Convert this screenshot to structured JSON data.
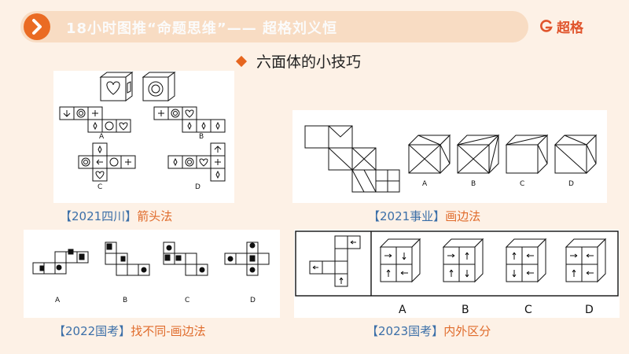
{
  "header": {
    "title": "18小时图推“命题思维”—— 超格刘义恒",
    "logo_text": "超格"
  },
  "topic": {
    "label": "六面体的小技巧"
  },
  "panels": [
    {
      "options": [
        "A",
        "B",
        "C",
        "D"
      ],
      "caption_year": "【2021四川】",
      "caption_method": "箭头法"
    },
    {
      "options": [
        "A",
        "B",
        "C",
        "D"
      ],
      "caption_year": "【2021事业】",
      "caption_method": "画边法"
    },
    {
      "options": [
        "A",
        "B",
        "C",
        "D"
      ],
      "caption_year": "【2022国考】",
      "caption_method": "找不同-画边法"
    },
    {
      "options": [
        "A",
        "B",
        "C",
        "D"
      ],
      "caption_year": "【2023国考】",
      "caption_method": "内外区分"
    }
  ],
  "colors": {
    "accent": "#ea6b23",
    "caption_year": "#3b6fa8",
    "caption_method": "#e06b2b",
    "background": "#fdf1e6"
  },
  "icons": {
    "nav": "chevron-right-icon",
    "logo": "g-logo-icon",
    "bullet": "diamond-icon"
  }
}
